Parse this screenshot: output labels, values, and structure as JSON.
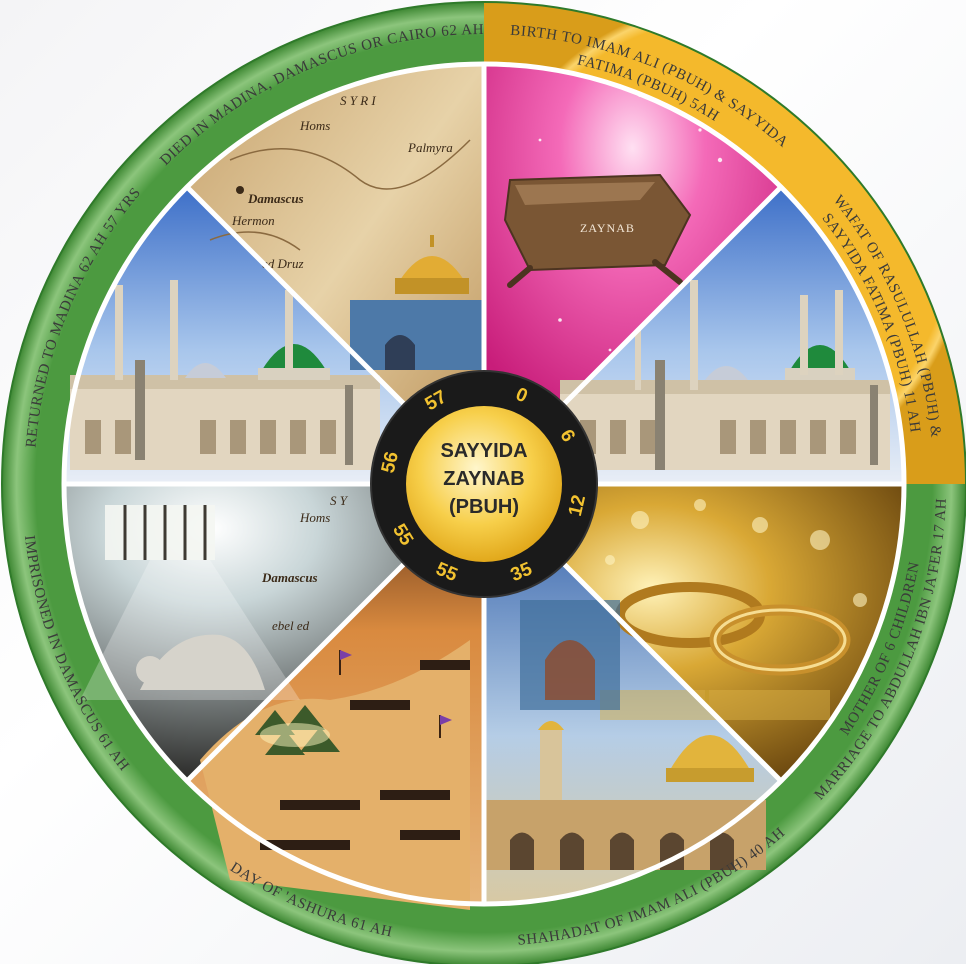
{
  "title_lines": [
    "SAYYIDA",
    "ZAYNAB",
    "(PBUH)"
  ],
  "ring_events": [
    {
      "id": "birth",
      "lines": [
        "BIRTH TO IMAM ALI (PBUH) & SAYYIDA",
        "FATIMA (PBUH) 5AH"
      ],
      "ring_color": "#f7c23a"
    },
    {
      "id": "wafat",
      "lines": [
        "WAFAT OF RASULULLAH (PBUH) &",
        "SAYYIDA FATIMA (PBUH) 11 AH"
      ],
      "ring_color": "#f7c23a"
    },
    {
      "id": "marriage",
      "lines": [
        "MARRIAGE TO ABDULLAH IBN JA'FER 17 AH",
        "MOTHER OF 6 CHILDREN"
      ],
      "ring_color": "#58a84a"
    },
    {
      "id": "shahadat",
      "lines": [
        "SHAHADAT OF IMAM ALI (PBUH) 40 AH"
      ],
      "ring_color": "#58a84a"
    },
    {
      "id": "ashura",
      "lines": [
        "DAY OF 'ASHURA 61 AH"
      ],
      "ring_color": "#58a84a"
    },
    {
      "id": "imprisoned",
      "lines": [
        "IMPRISONED IN DAMASCUS 61 AH"
      ],
      "ring_color": "#58a84a"
    },
    {
      "id": "returned",
      "lines": [
        "RETURNED TO MADINA 62 AH 57 YRS"
      ],
      "ring_color": "#58a84a"
    },
    {
      "id": "died",
      "lines": [
        "DIED IN MADINA, DAMASCUS OR CAIRO 62 AH"
      ],
      "ring_color": "#58a84a"
    }
  ],
  "age_markers": [
    "0",
    "6",
    "12",
    "35",
    "55",
    "55",
    "56",
    "57"
  ],
  "cradle_label": "ZAYNAB",
  "map_labels": {
    "top": [
      "S Y R I",
      "Homs",
      "Palmyra",
      "Damascus",
      "Hermon",
      "ed Druz"
    ],
    "bottom": [
      "S Y",
      "Homs",
      "Damascus",
      "ebel ed"
    ]
  },
  "colors": {
    "gold": "#f7c23a",
    "green": "#58a84a",
    "hub": "#1a1a1a",
    "hub_center": "#f5c542"
  }
}
